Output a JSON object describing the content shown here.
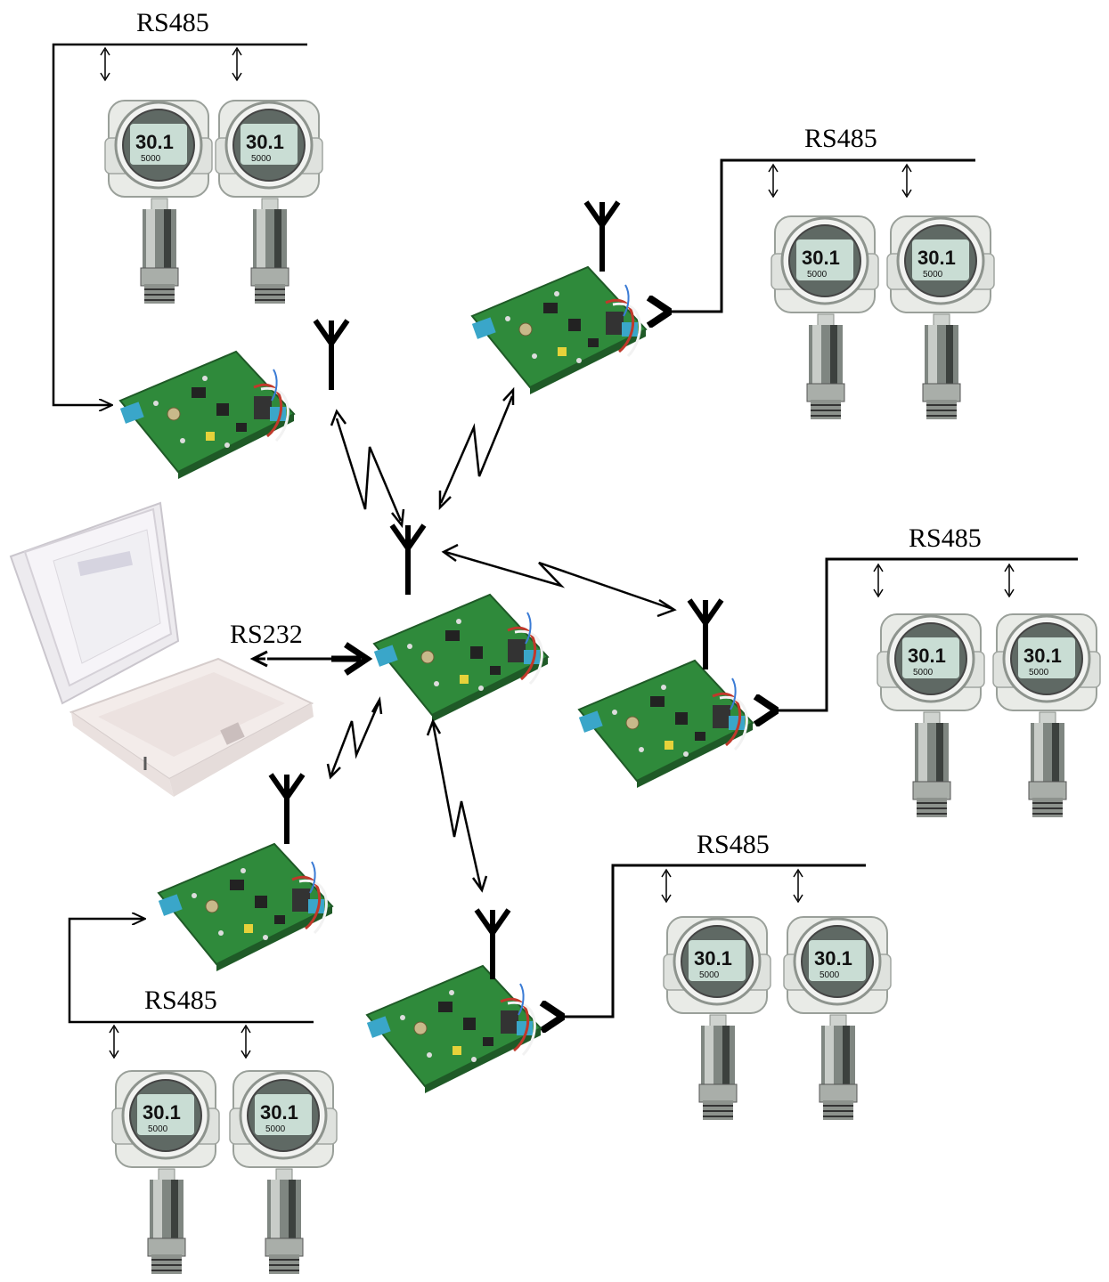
{
  "labels": {
    "rs485": "RS485",
    "rs232": "RS232"
  },
  "transmitter_display": {
    "reading": "30.1",
    "sub_reading": "5000"
  },
  "icons": {
    "antenna": "antenna-icon",
    "board": "circuit-board-icon",
    "transmitter": "pressure-transmitter-icon",
    "laptop": "laptop-icon"
  },
  "colors": {
    "line": "#000000",
    "board_green": "#2e8b3a",
    "lcd": "#c9ddd4",
    "housing": "#e6e8e4"
  }
}
